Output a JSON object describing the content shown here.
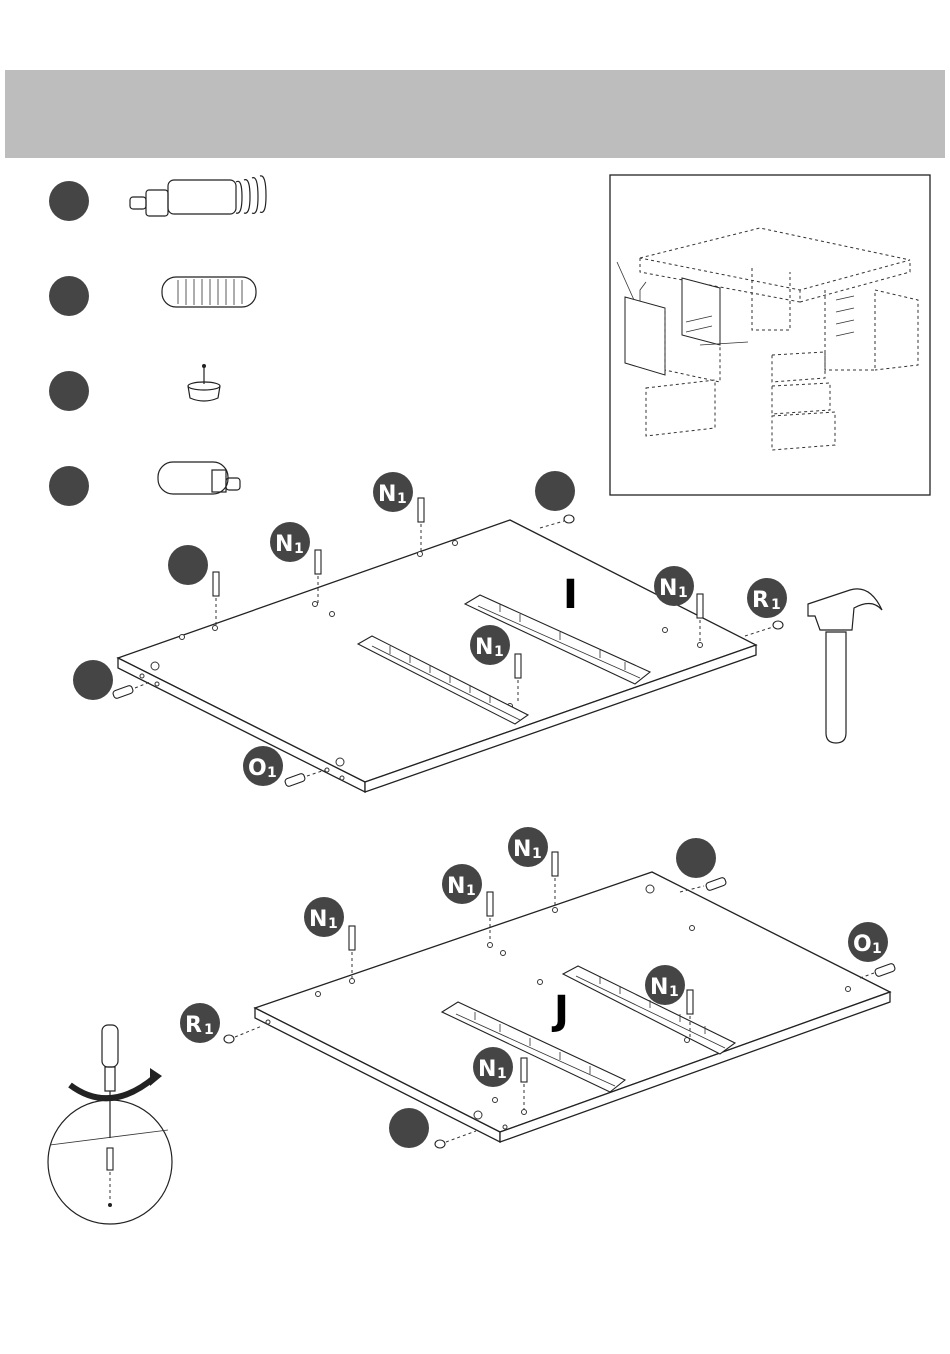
{
  "step_header": {
    "background": "#bdbdbd"
  },
  "hardware_legend": [
    {
      "icon": "cam-bolt-icon"
    },
    {
      "icon": "wood-dowel-icon"
    },
    {
      "icon": "glide-nail-icon"
    },
    {
      "icon": "plastic-dowel-icon"
    }
  ],
  "overview_diagram": {
    "icon": "desk-overview-icon"
  },
  "assembly_top": {
    "part_label": "I",
    "callouts": [
      {
        "text": "N",
        "sub": "1"
      },
      {
        "text": "N",
        "sub": "1"
      },
      {
        "text": "N",
        "sub": "1"
      },
      {
        "text": "N",
        "sub": "1"
      },
      {
        "text": "R",
        "sub": "1"
      },
      {
        "text": "O",
        "sub": "1"
      }
    ],
    "tool": "hammer-icon"
  },
  "assembly_bottom": {
    "part_label": "J",
    "callouts": [
      {
        "text": "N",
        "sub": "1"
      },
      {
        "text": "N",
        "sub": "1"
      },
      {
        "text": "N",
        "sub": "1"
      },
      {
        "text": "O",
        "sub": "1"
      },
      {
        "text": "R",
        "sub": "1"
      },
      {
        "text": "N",
        "sub": "1"
      },
      {
        "text": "N",
        "sub": "1"
      }
    ],
    "tool": "screwdriver-icon"
  },
  "colors": {
    "callout": "#454545",
    "line": "#222222"
  }
}
